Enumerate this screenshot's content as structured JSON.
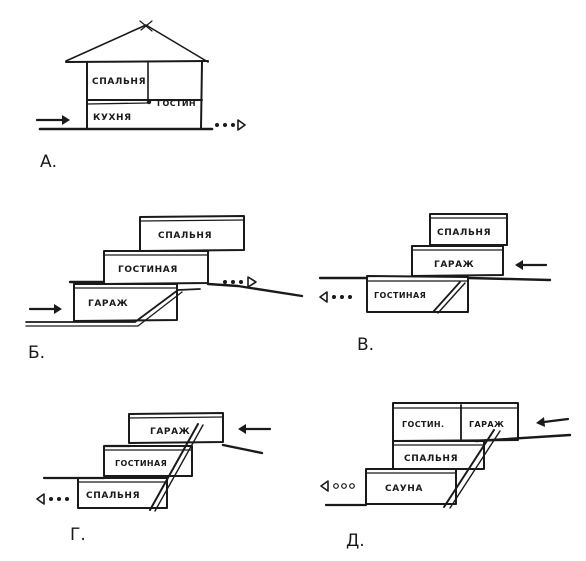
{
  "variants": {
    "a": {
      "letter": "А.",
      "rooms": {
        "bedroom": "СПАЛЬНЯ",
        "living": "ГОСТИН",
        "kitchen": "КУХНЯ"
      }
    },
    "b": {
      "letter": "Б.",
      "rooms": {
        "bedroom": "СПАЛЬНЯ",
        "living": "ГОСТИНАЯ",
        "garage": "ГАРАЖ"
      }
    },
    "v": {
      "letter": "В.",
      "rooms": {
        "bedroom": "СПАЛЬНЯ",
        "garage": "ГАРАЖ",
        "living": "ГОСТИНАЯ"
      }
    },
    "g": {
      "letter": "Г.",
      "rooms": {
        "garage": "ГАРАЖ",
        "living": "ГОСТИНАЯ",
        "bedroom": "СПАЛЬНЯ"
      }
    },
    "d": {
      "letter": "Д.",
      "rooms": {
        "living": "ГОСТИН.",
        "garage": "ГАРАЖ",
        "bedroom": "СПАЛЬНЯ",
        "sauna": "САУНА"
      }
    }
  }
}
